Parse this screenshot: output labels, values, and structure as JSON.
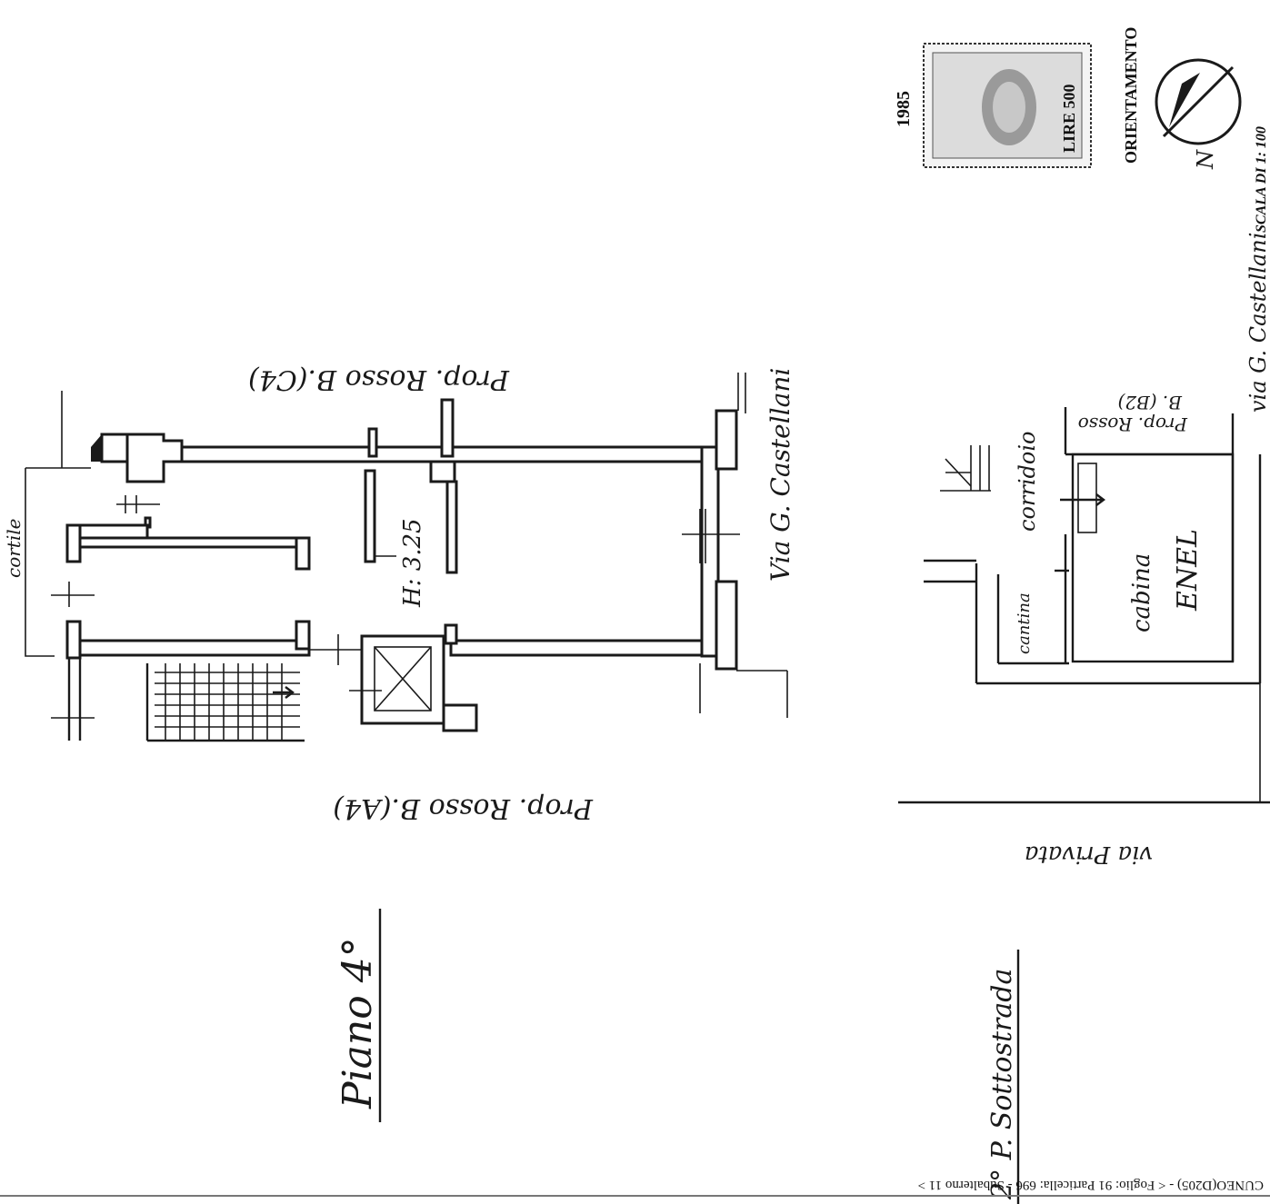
{
  "sheet": {
    "footer_text": "CUNEO(D205) - < Foglio: 91 Particella: 696 - Subalterno 11 >",
    "orientation_label": "ORIENTAMENTO",
    "scale_label": "SCALA DI 1: 100",
    "north_letter": "N",
    "stamp": {
      "value": "LIRE 500",
      "year": "1985"
    }
  },
  "plan_upper": {
    "title": "Piano 4°",
    "height_label": "H: 3.25",
    "neighbor_top": "Prop. Rosso B.(C4)",
    "neighbor_bottom": "Prop. Rosso B.(A4)",
    "street": "Via G. Castellani",
    "courtyard": "cortile"
  },
  "plan_lower": {
    "title": "2° P. Sottostrada",
    "corridor": "corridoio",
    "cellar": "cantina",
    "cabin_line1": "cabina",
    "cabin_line2": "ENEL",
    "neighbor_line1": "Prop. Rosso",
    "neighbor_line2": "B. (B2)",
    "private_road": "via Privata",
    "street": "via G. Castellani"
  }
}
